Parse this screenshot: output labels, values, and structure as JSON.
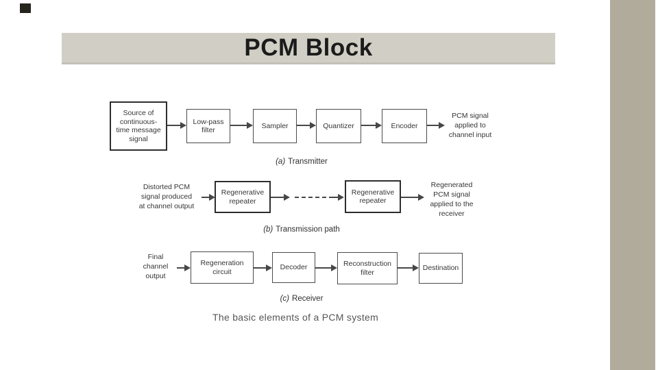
{
  "slide": {
    "title": "PCM Block",
    "caption": "The basic elements of a PCM system",
    "colors": {
      "banner": "#d1cfc5",
      "side_bar": "#b1ab9b",
      "accent_square": "#25251e",
      "ink": "#353535"
    }
  },
  "diagram": {
    "transmitter": {
      "label_prefix": "(a)",
      "label_text": "Transmitter",
      "source_box": "Source of\ncontinuous-\ntime message\nsignal",
      "lowpass_box": "Low-pass\nfilter",
      "sampler_box": "Sampler",
      "quantizer_box": "Quantizer",
      "encoder_box": "Encoder",
      "output_text": "PCM signal\napplied to\nchannel input"
    },
    "transmission_path": {
      "label_prefix": "(b)",
      "label_text": "Transmission path",
      "input_text": "Distorted PCM\nsignal produced\nat channel output",
      "repeater1_box": "Regenerative\nrepeater",
      "repeater2_box": "Regenerative\nrepeater",
      "output_text": "Regenerated\nPCM signal\napplied to the\nreceiver"
    },
    "receiver": {
      "label_prefix": "(c)",
      "label_text": "Receiver",
      "input_text": "Final\nchannel\noutput",
      "regeneration_box": "Regeneration\ncircuit",
      "decoder_box": "Decoder",
      "reconstruction_box": "Reconstruction\nfilter",
      "destination_box": "Destination"
    }
  }
}
